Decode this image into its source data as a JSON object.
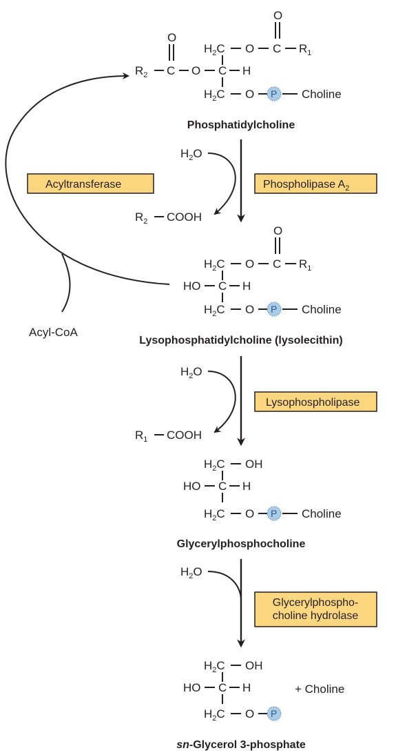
{
  "compounds": {
    "pc": {
      "name": "Phosphatidylcholine",
      "r1": "R",
      "r1_sub": "1",
      "r2": "R",
      "r2_sub": "2",
      "choline": "Choline"
    },
    "lpc": {
      "name": "Lysophosphatidylcholine (lysolecithin)",
      "r1": "R",
      "r1_sub": "1",
      "choline": "Choline"
    },
    "gpc": {
      "name": "Glycerylphosphocholine",
      "choline": "Choline"
    },
    "g3p": {
      "name_italic": "sn",
      "name_rest": "-Glycerol 3-phosphate",
      "coproduct": "+ Choline"
    }
  },
  "atoms": {
    "O": "O",
    "H": "H",
    "C": "C",
    "HO": "HO",
    "OH": "OH",
    "H2C": "H",
    "H2C_sub": "2",
    "H2C_c": "C",
    "P": "P"
  },
  "enzymes": {
    "acyltransferase": "Acyltransferase",
    "phospholipase": "Phospholipase A",
    "phospholipase_sub": "2",
    "lysophospholipase": "Lysophospholipase",
    "gpc_hydrolase_line1": "Glycerylphospho-",
    "gpc_hydrolase_line2": "choline hydrolase"
  },
  "reagents": {
    "water": "H",
    "water_sub": "2",
    "water_o": "O",
    "acyl_coa": "Acyl-CoA",
    "r2_cooh": "R",
    "r2_cooh_sub": "2",
    "r1_cooh": "R",
    "r1_cooh_sub": "1",
    "cooh": "COOH"
  },
  "colors": {
    "enzyme_box_fill": "#fcd77f",
    "phosphate_fill": "#a9cde8",
    "ink": "#231f20"
  }
}
